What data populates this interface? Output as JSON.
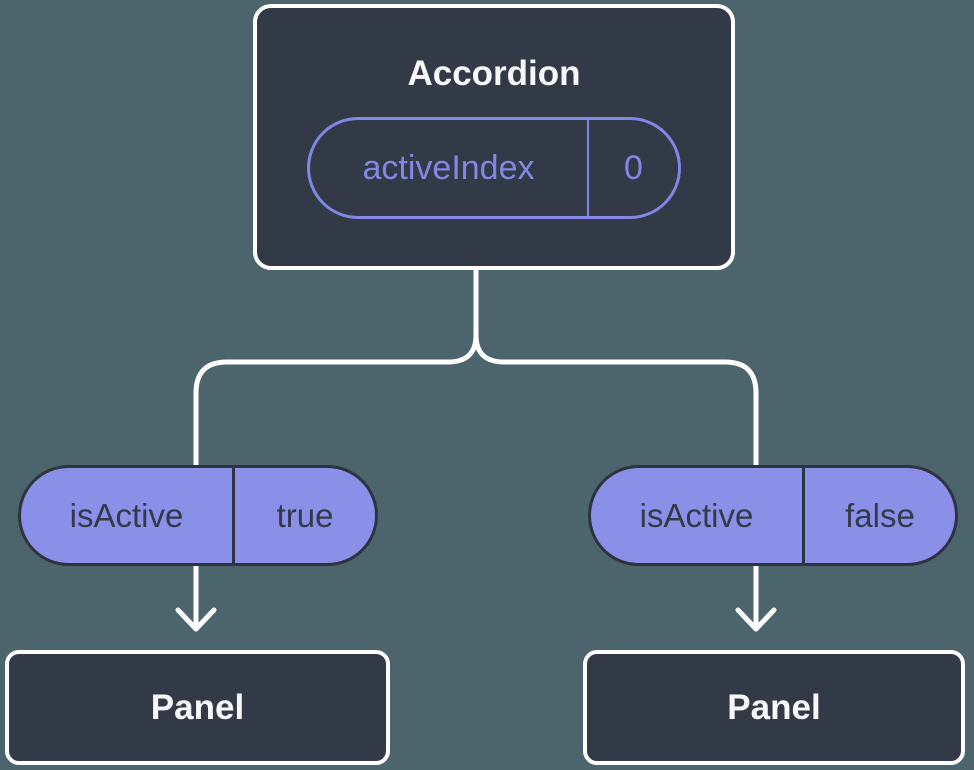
{
  "colors": {
    "background": "#4C656D",
    "node_fill": "#333A47",
    "node_border": "#FFFFFF",
    "connector": "#FFFFFF",
    "pill_fill_purple": "#8A8FE8",
    "pill_outline_purple": "#8287E5",
    "pill_text_dark": "#333A49",
    "pill_border_dark": "#2D3440"
  },
  "tree": {
    "root": {
      "title": "Accordion",
      "state": {
        "name": "activeIndex",
        "value": "0"
      }
    },
    "branches": [
      {
        "prop": {
          "name": "isActive",
          "value": "true"
        },
        "child": {
          "title": "Panel"
        }
      },
      {
        "prop": {
          "name": "isActive",
          "value": "false"
        },
        "child": {
          "title": "Panel"
        }
      }
    ]
  }
}
